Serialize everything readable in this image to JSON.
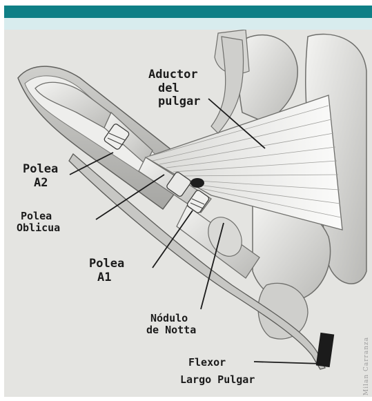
{
  "labels": {
    "aductor": [
      "Aductor",
      "del",
      "pulgar"
    ],
    "polea_a2": [
      "Polea",
      "A2"
    ],
    "polea_oblicua": [
      "Polea",
      "Oblicua"
    ],
    "polea_a1": [
      "Polea",
      "A1"
    ],
    "nodulo": [
      "Nódulo",
      "de Notta"
    ],
    "flexor": [
      "Flexor",
      "Largo Pulgar"
    ]
  },
  "signature": "Milan Carranza"
}
